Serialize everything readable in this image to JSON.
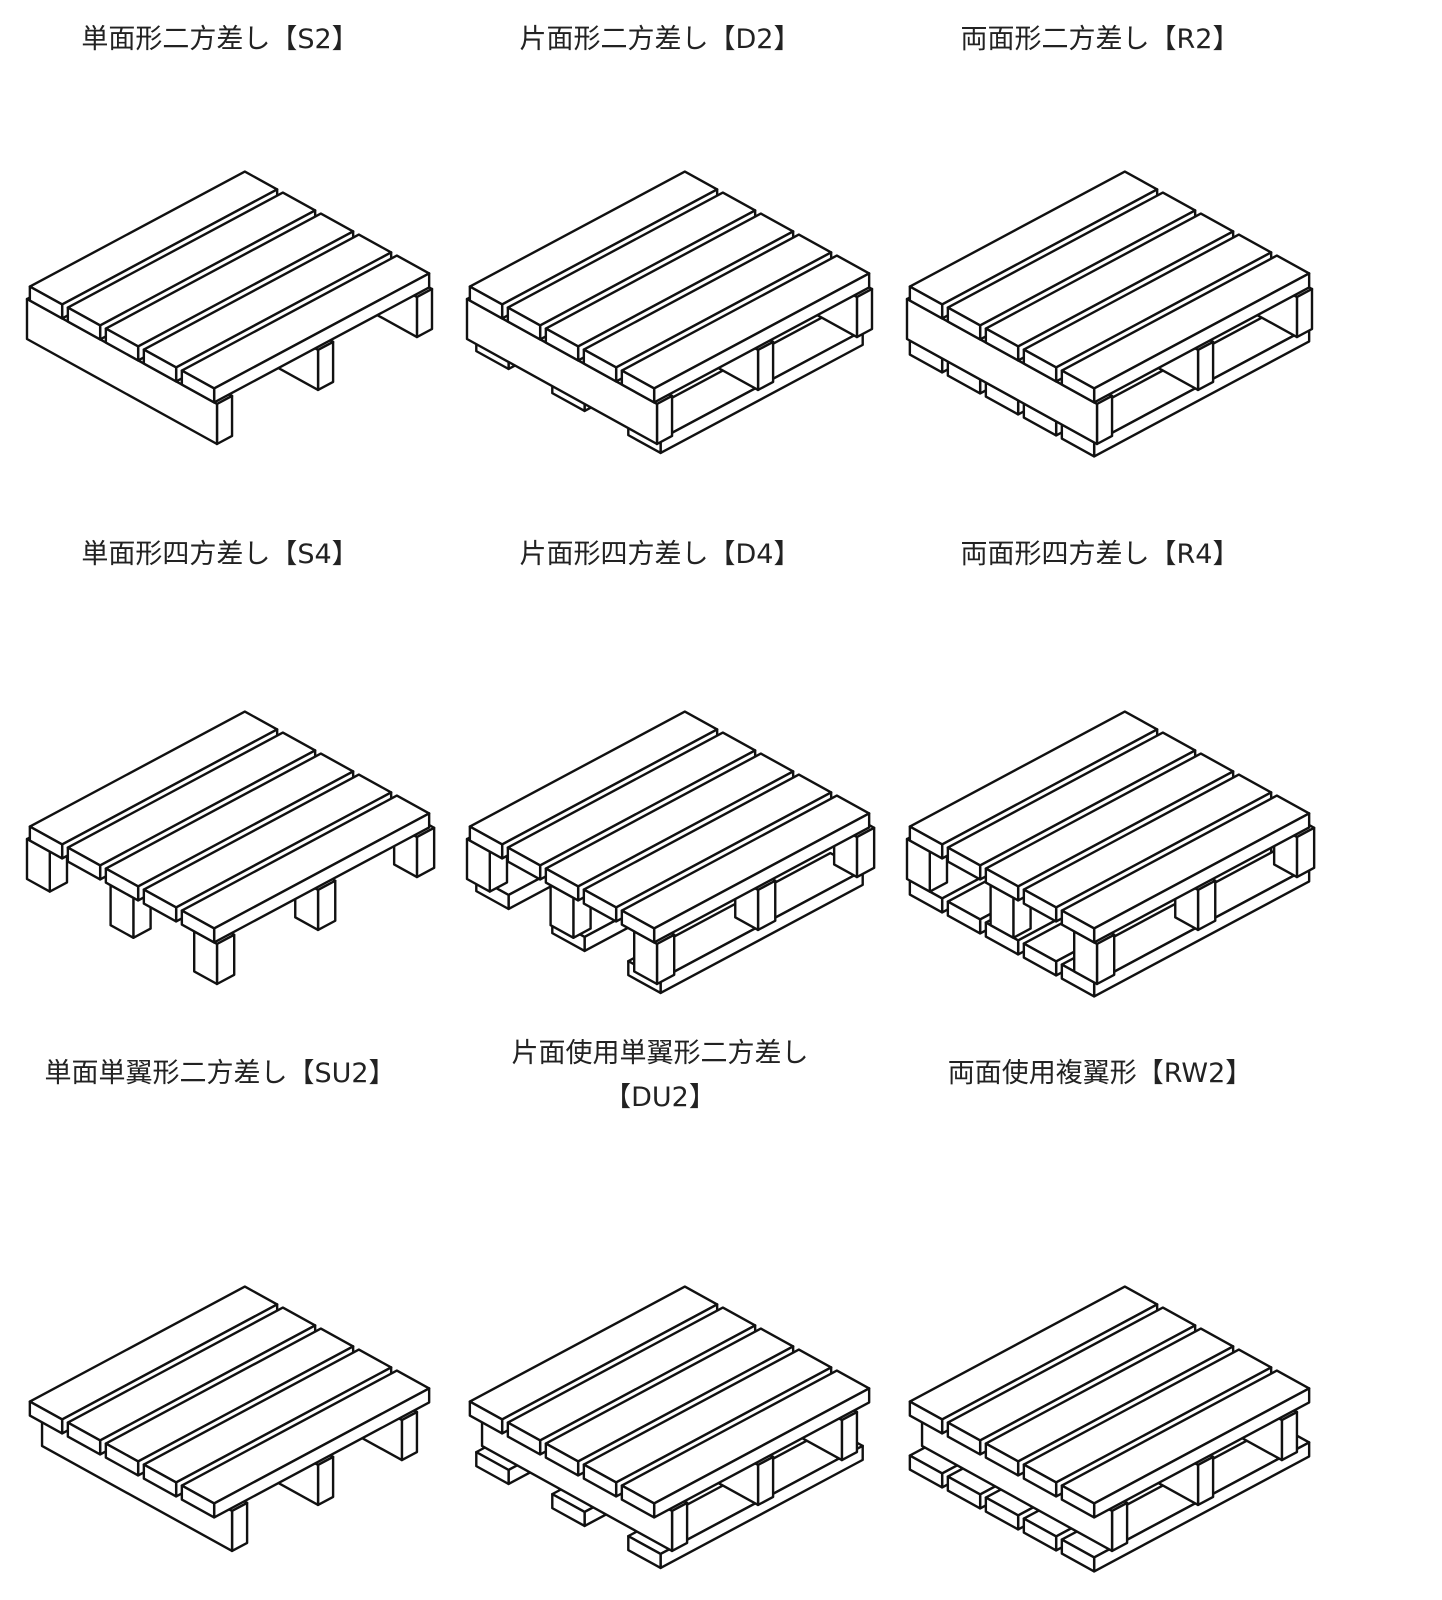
{
  "pallets": [
    {
      "label": "単面形二方差し【S2】",
      "legs": "stringer",
      "bottom": "none",
      "wing": false
    },
    {
      "label": "片面形二方差し【D2】",
      "legs": "stringer",
      "bottom": "partial",
      "wing": false
    },
    {
      "label": "両面形二方差し【R2】",
      "legs": "stringer",
      "bottom": "full",
      "wing": false
    },
    {
      "label": "単面形四方差し【S4】",
      "legs": "block",
      "bottom": "none",
      "wing": false
    },
    {
      "label": "片面形四方差し【D4】",
      "legs": "block",
      "bottom": "partial",
      "wing": false
    },
    {
      "label": "両面形四方差し【R4】",
      "legs": "block",
      "bottom": "full",
      "wing": false
    },
    {
      "label": "単面単翼形二方差し【SU2】",
      "legs": "stringer",
      "bottom": "none",
      "wing": true
    },
    {
      "label": "片面使用単翼形二方差し\n【DU2】",
      "legs": "stringer",
      "bottom": "partial",
      "wing": true
    },
    {
      "label": "両面使用複翼形【RW2】",
      "legs": "stringer",
      "bottom": "full",
      "wing": true
    }
  ]
}
